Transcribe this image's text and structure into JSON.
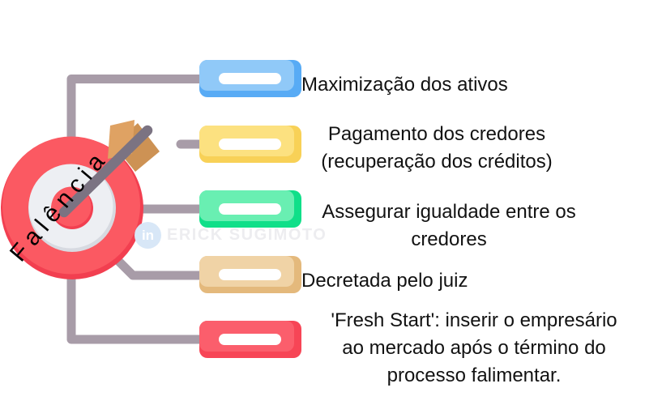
{
  "diagram": {
    "hub": {
      "label": "Falência",
      "icon": "dartboard-with-arrow",
      "colors": {
        "target_red": "#fb5962",
        "target_red_shade": "#f23f50",
        "target_ring": "#edeff3",
        "target_ring_shade": "#d7dae1",
        "arrow_shaft": "#7b7382",
        "fletching_light": "#dfa263",
        "fletching_dark": "#cd9254"
      }
    },
    "connector_color": "#a89ca8",
    "nodes": [
      {
        "id": "maximizacao-dos-ativos",
        "pill_color": "#90c9f8",
        "pill_shade": "#58abf5",
        "lines": [
          "Maximização dos ativos"
        ]
      },
      {
        "id": "pagamento-dos-credores",
        "pill_color": "#fce180",
        "pill_shade": "#f8d157",
        "lines": [
          " Pagamento dos  credores",
          "(recuperação dos créditos)"
        ]
      },
      {
        "id": "assegurar-igualdade",
        "pill_color": "#69efb2",
        "pill_shade": "#10df89",
        "lines": [
          "Assegurar igualdade entre os",
          "credores"
        ]
      },
      {
        "id": "decretada-pelo-juiz",
        "pill_color": "#f0d3a6",
        "pill_shade": "#e4b97c",
        "lines": [
          "Decretada pelo juiz"
        ]
      },
      {
        "id": "fresh-start",
        "pill_color": "#fb5e6c",
        "pill_shade": "#f74556",
        "lines": [
          "'Fresh Start': inserir o empresário",
          "ao mercado após o término do",
          "processo falimentar."
        ]
      }
    ],
    "watermark": {
      "badge_text": "in",
      "name": "ERICK SUGIMOTO",
      "badge_color": "#d8e7f7",
      "text_color": "#ededf0"
    }
  }
}
